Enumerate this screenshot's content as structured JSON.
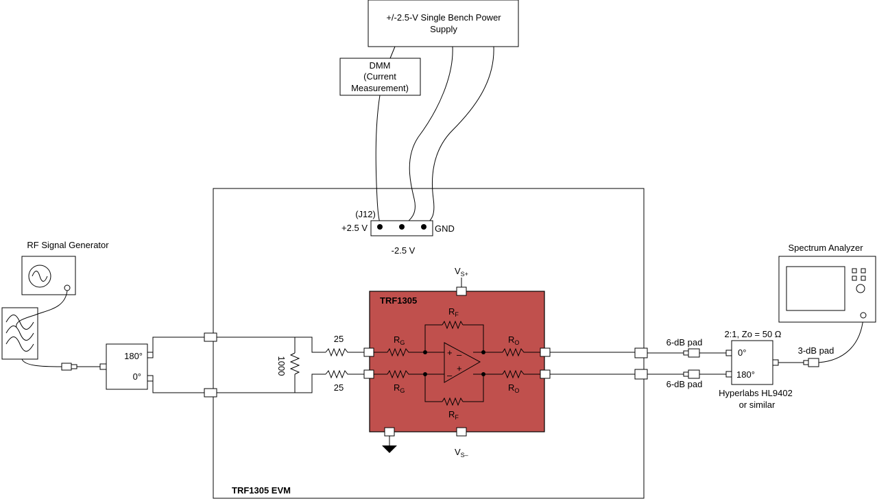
{
  "power_supply": {
    "line1": "+/-2.5-V Single Bench Power",
    "line2": "Supply"
  },
  "dmm": {
    "line1": "DMM",
    "line2": "(Current",
    "line3": "Measurement)"
  },
  "connector": {
    "ref": "(J12)",
    "pos_label": "+2.5 V",
    "gnd_label": "GND",
    "neg_label": "-2.5 V"
  },
  "rf_generator": {
    "label": "RF Signal Generator"
  },
  "input_balun": {
    "phase_top": "180°",
    "phase_bottom": "0°"
  },
  "input_network": {
    "series_top": "25",
    "series_bottom": "25",
    "shunt": "1000"
  },
  "chip": {
    "name": "TRF1305",
    "vs_plus": "V",
    "vs_plus_sub": "S+",
    "vs_minus": "V",
    "vs_minus_sub": "S–",
    "rf_top": "R",
    "rf_top_sub": "F",
    "rf_bottom": "R",
    "rf_bottom_sub": "F",
    "rg_top": "R",
    "rg_top_sub": "G",
    "rg_bottom": "R",
    "rg_bottom_sub": "G",
    "ro_top": "R",
    "ro_top_sub": "O",
    "ro_bottom": "R",
    "ro_bottom_sub": "O",
    "amp_in_plus": "+",
    "amp_in_minus": "–",
    "amp_out_plus": "+",
    "amp_out_minus": "–"
  },
  "evm": {
    "label": "TRF1305 EVM"
  },
  "output_pads": {
    "top": "6-dB pad",
    "bottom": "6-dB pad"
  },
  "output_balun": {
    "ratio": "2:1, Zo = 50 Ω",
    "phase_top": "0°",
    "phase_bottom": "180°",
    "part_line1": "Hyperlabs HL9402",
    "part_line2": "or similar"
  },
  "analyzer_pad": {
    "label": "3-dB pad"
  },
  "spectrum_analyzer": {
    "label": "Spectrum Analyzer"
  },
  "colors": {
    "chip_fill": "#c0504d",
    "line": "#000000",
    "background": "#ffffff"
  },
  "icons": [
    "sine-wave-icon",
    "filter-icon",
    "resistor-icon",
    "op-amp-icon",
    "ground-icon",
    "knob-icon"
  ]
}
